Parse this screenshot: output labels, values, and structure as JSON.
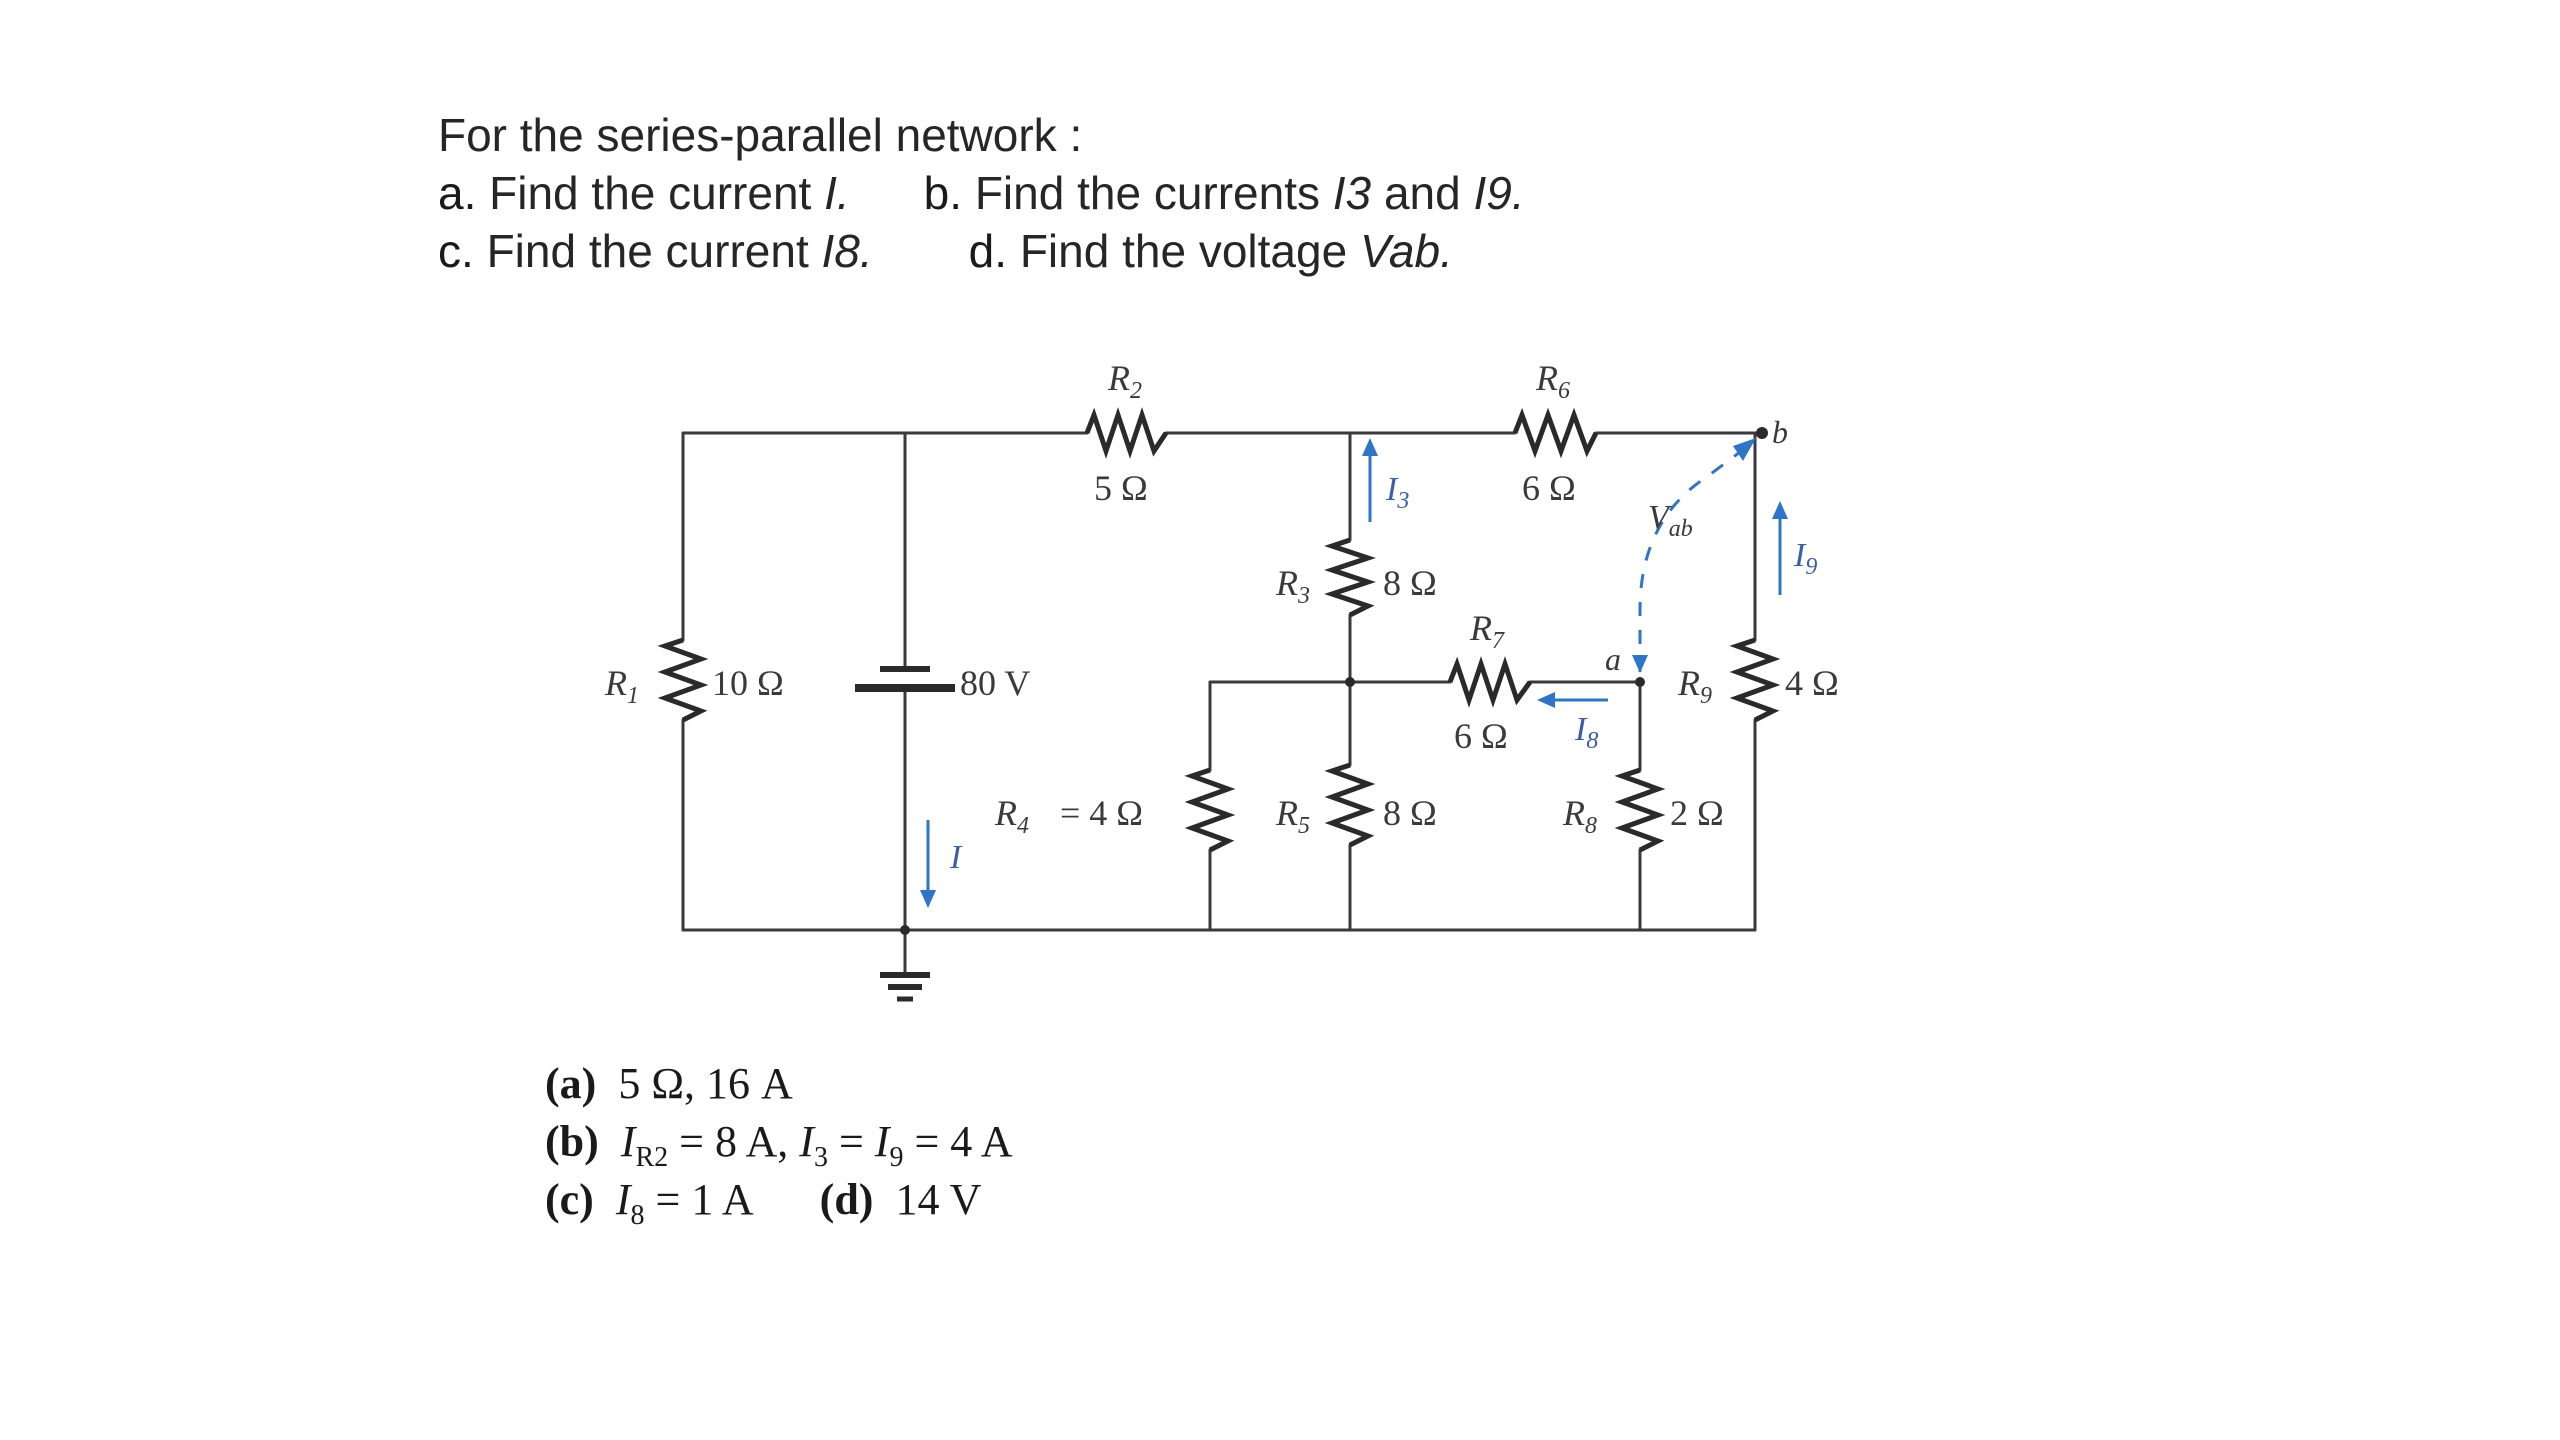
{
  "question": {
    "intro": "For the series-parallel network :",
    "a_letter": "a.",
    "a_text": "Find the current",
    "a_var": "I.",
    "b_letter": "b.",
    "b_text": "Find the currents",
    "b_var1": "I3",
    "b_and": "and",
    "b_var2": "I9.",
    "c_letter": "c.",
    "c_text": "Find the current",
    "c_var": "I8.",
    "d_letter": "d.",
    "d_text": "Find the voltage",
    "d_var": "Vab."
  },
  "circuit": {
    "R1": {
      "name": "R",
      "sub": "1",
      "value": "10 Ω"
    },
    "R2": {
      "name": "R",
      "sub": "2",
      "value": "5 Ω"
    },
    "R3": {
      "name": "R",
      "sub": "3",
      "value": "8 Ω"
    },
    "R4": {
      "name": "R",
      "sub": "4",
      "label": "= 4 Ω"
    },
    "R5": {
      "name": "R",
      "sub": "5",
      "value": "8 Ω"
    },
    "R6": {
      "name": "R",
      "sub": "6",
      "value": "6 Ω"
    },
    "R7": {
      "name": "R",
      "sub": "7",
      "value": "6 Ω"
    },
    "R8": {
      "name": "R",
      "sub": "8",
      "value": "2 Ω"
    },
    "R9": {
      "name": "R",
      "sub": "9",
      "value": "4 Ω"
    },
    "source": "80 V",
    "I": "I",
    "I3": {
      "name": "I",
      "sub": "3"
    },
    "I8": {
      "name": "I",
      "sub": "8"
    },
    "I9": {
      "name": "I",
      "sub": "9"
    },
    "Vab": {
      "name": "V",
      "sub": "ab"
    },
    "node_a": "a",
    "node_b": "b",
    "wire_color": "#3a3a3a",
    "arrow_color": "#2e74c9"
  },
  "answers": {
    "a_tag": "(a)",
    "a_text": "5 Ω, 16 A",
    "b_tag": "(b)",
    "b_I": "I",
    "b_sub": "R2",
    "b_text1": " = 8 A, ",
    "b_I3": "I",
    "b_I3_sub": "3",
    "b_eq": " = ",
    "b_I9": "I",
    "b_I9_sub": "9",
    "b_text2": " = 4 A",
    "c_tag": "(c)",
    "c_I": "I",
    "c_sub": "8",
    "c_text": " = 1 A",
    "d_tag": "(d)",
    "d_text": "14 V"
  }
}
